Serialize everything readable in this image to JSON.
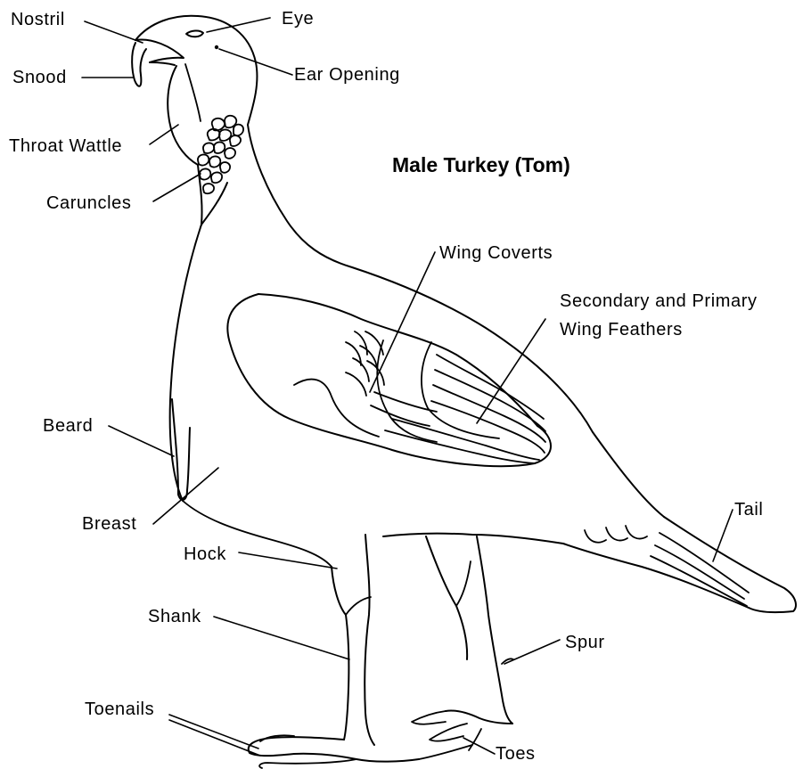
{
  "title": "Male Turkey (Tom)",
  "labels": {
    "nostril": "Nostril",
    "eye": "Eye",
    "snood": "Snood",
    "ear_opening": "Ear Opening",
    "throat_wattle": "Throat Wattle",
    "caruncles": "Caruncles",
    "wing_coverts": "Wing Coverts",
    "secondary_primary_line1": "Secondary and Primary",
    "secondary_primary_line2": "Wing Feathers",
    "beard": "Beard",
    "breast": "Breast",
    "tail": "Tail",
    "hock": "Hock",
    "shank": "Shank",
    "spur": "Spur",
    "toenails": "Toenails",
    "toes": "Toes"
  },
  "colors": {
    "line": "#000000",
    "background": "#ffffff"
  }
}
